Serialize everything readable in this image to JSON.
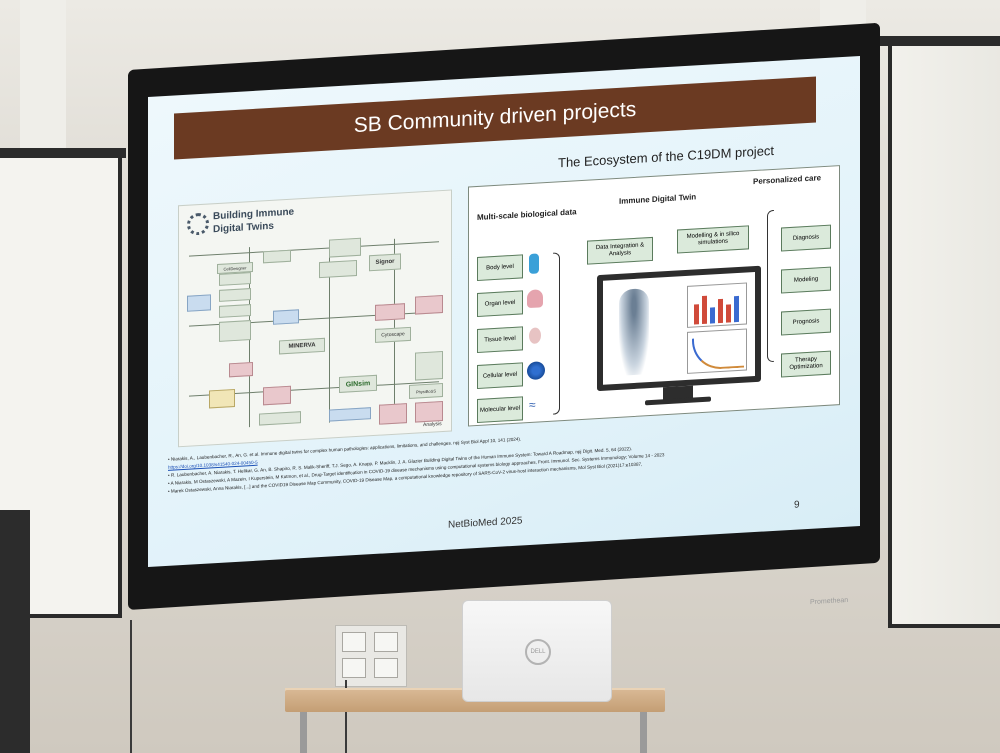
{
  "slide": {
    "title": "SB Community driven projects",
    "subtitle": "The Ecosystem of the C19DM project",
    "left_panel": {
      "title_line1": "Building Immune",
      "title_line2": "Digital Twins",
      "labels": [
        "MINERVA",
        "Signor",
        "GINsim",
        "Cytoscape",
        "CellDesigner",
        "PhysiBoSS",
        "Analysis"
      ]
    },
    "right_panel": {
      "col1_title": "Multi-scale biological data",
      "col2_title": "Immune Digital Twin",
      "col3_title": "Personalized care",
      "levels": [
        "Body level",
        "Organ level",
        "Tissue level",
        "Cellular level",
        "Molecular level"
      ],
      "mid_boxes": [
        "Data Integration & Analysis",
        "Modelling & in silico simulations"
      ],
      "care": [
        "Diagnosis",
        "Modeling",
        "Prognosis",
        "Therapy Optimization"
      ]
    },
    "references": [
      "• Niarakis, A., Laubenbacher, R., An, G. et al. Immune digital twins for complex human pathologies: applications, limitations, and challenges. npj Syst Biol Appl 10, 141 (2024).",
      "https://doi.org/10.1038/s41540-024-00450-5",
      "• R. Laubenbacher, A. Niarakis, T. Helikar, G. An, B. Shapiro, R. S. Malik-Sheriff, T.J. Sego, A. Knapp, P. Macklin, J. A. Glazier Building Digital Twins of the Human Immune System: Toward A Roadmap, npj Digit. Med. 5, 64 (2022).",
      "• A Niarakis, M Ostaszewski, A Mazein, I Kuperstein, M Kutmon, et al., Drug-Target identification in COVID-19 disease mechanisms using computational systems biology approaches, Front. Immunol. Sec. Systems Immunology; Volume 14 - 2023",
      "• Marek Ostaszewski, Anna Niarakis, [...] and the COVID19 Disease Map Community, COVID-19 Disease Map, a computational knowledge repository of SARS-CoV-2 virus-host interaction mechanisms, Mol Syst Biol (2021)17:e10387,"
    ],
    "footer": "NetBioMed 2025",
    "page_number": "9"
  },
  "display_brand": "Promethean",
  "laptop_brand": "DELL"
}
